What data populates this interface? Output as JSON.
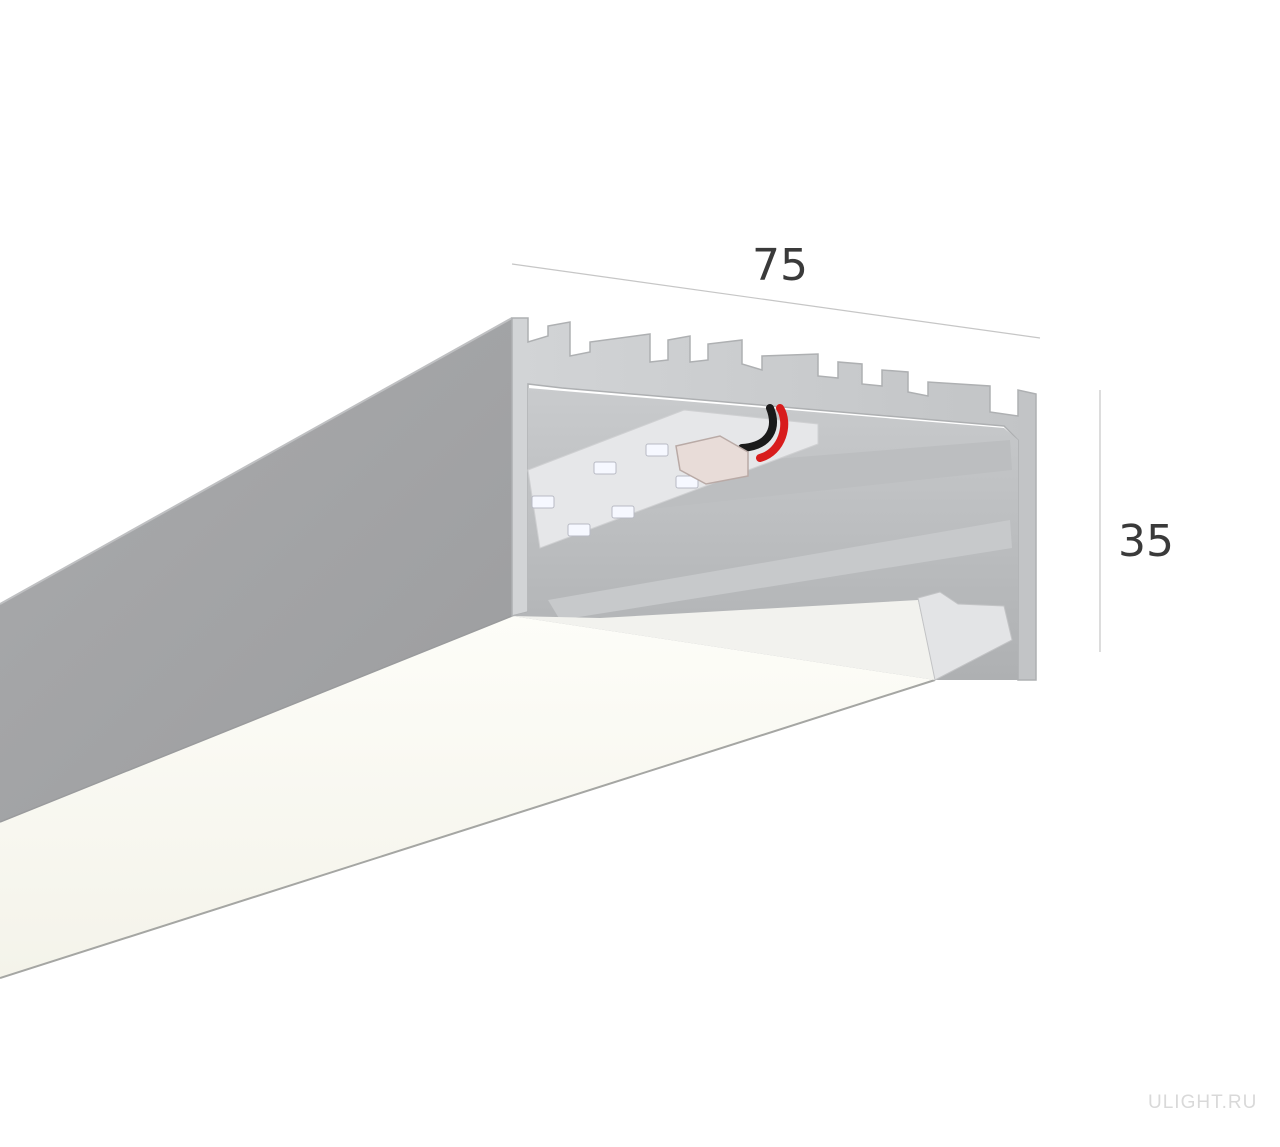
{
  "dimensions": {
    "width": "75",
    "height": "35"
  },
  "watermark": "ULIGHT.RU",
  "colors": {
    "profile_side": "#a7a8aa",
    "profile_front": "#c4c6c8",
    "profile_edge": "#d9dadc",
    "interior": "#b9bbbd",
    "diffuser": "#fbfbf5",
    "led_board": "#e4e5e7",
    "led_chip": "#f4f6ff",
    "wire_red": "#d81c1c",
    "wire_black": "#1a1a1a",
    "dimension_line": "#c6c6c6",
    "text": "#3a3a3a"
  }
}
